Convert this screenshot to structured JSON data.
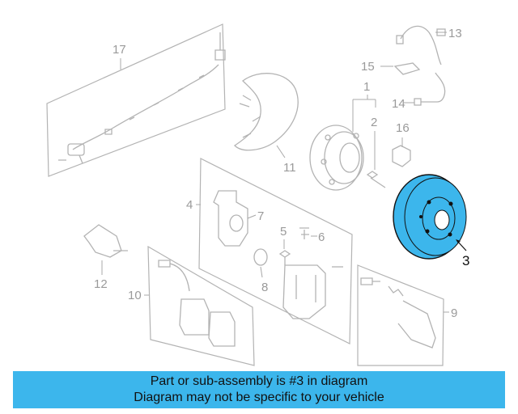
{
  "diagram": {
    "callouts": {
      "c1": "1",
      "c2": "2",
      "c3": "3",
      "c4": "4",
      "c5": "5",
      "c6": "6",
      "c7": "7",
      "c8": "8",
      "c9": "9",
      "c10": "10",
      "c11": "11",
      "c12": "12",
      "c13": "13",
      "c14": "14",
      "c15": "15",
      "c16": "16",
      "c17": "17"
    },
    "highlight_color": "#3cb6ec",
    "highlighted_part": "3"
  },
  "banner": {
    "line1": "Part or sub-assembly is #3 in diagram",
    "line2": "Diagram may not be specific to your vehicle",
    "color": "#3cb6ec"
  }
}
